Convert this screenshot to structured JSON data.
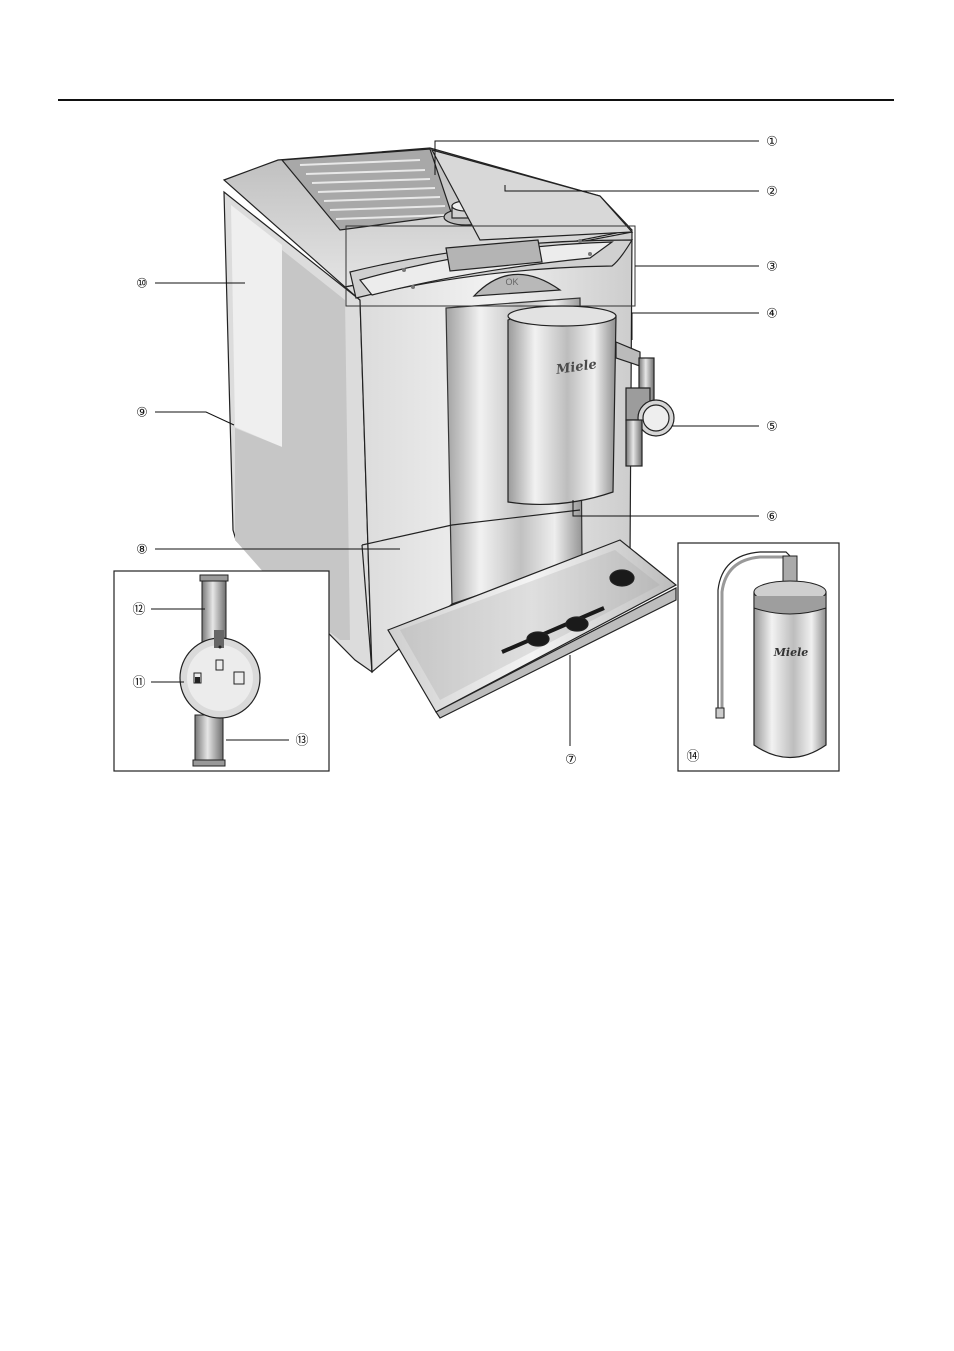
{
  "figure": {
    "brand_machine": "Miele",
    "brand_container": "Miele",
    "panel_ok_label": "OK"
  },
  "callouts": [
    {
      "id": "1",
      "label": "①"
    },
    {
      "id": "2",
      "label": "②"
    },
    {
      "id": "3",
      "label": "③"
    },
    {
      "id": "4",
      "label": "④"
    },
    {
      "id": "5",
      "label": "⑤"
    },
    {
      "id": "6",
      "label": "⑥"
    },
    {
      "id": "7",
      "label": "⑦"
    },
    {
      "id": "8",
      "label": "⑧"
    },
    {
      "id": "9",
      "label": "⑨"
    },
    {
      "id": "10",
      "label": "⑩"
    },
    {
      "id": "11",
      "label": "⑪"
    },
    {
      "id": "12",
      "label": "⑫"
    },
    {
      "id": "13",
      "label": "⑬"
    },
    {
      "id": "14",
      "label": "⑭"
    }
  ],
  "colors": {
    "line": "#111111",
    "body_light": "#e6e6e6",
    "body_mid": "#cfcfcf",
    "body_dark": "#a9a9a9",
    "steel_dark": "#8a8a8a"
  }
}
